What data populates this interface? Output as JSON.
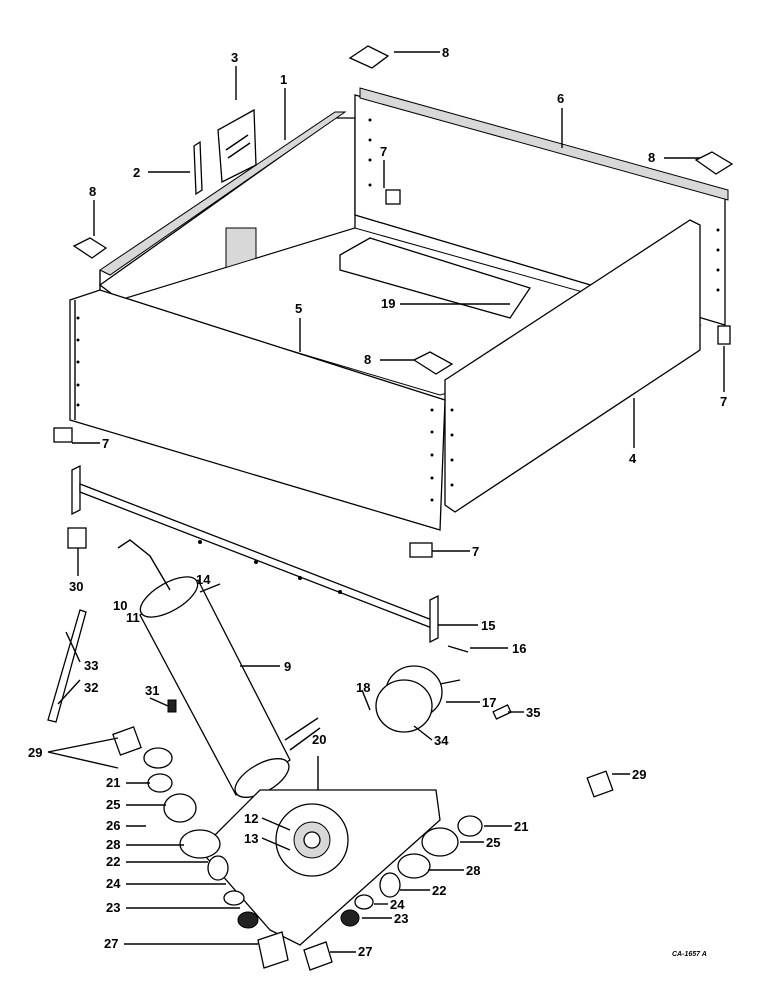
{
  "diagram": {
    "figure_code": "CA-1657 A",
    "callouts": [
      {
        "id": "c1",
        "text": "1"
      },
      {
        "id": "c2",
        "text": "2"
      },
      {
        "id": "c3",
        "text": "3"
      },
      {
        "id": "c4",
        "text": "4"
      },
      {
        "id": "c5",
        "text": "5"
      },
      {
        "id": "c6",
        "text": "6"
      },
      {
        "id": "c7a",
        "text": "7"
      },
      {
        "id": "c7b",
        "text": "7"
      },
      {
        "id": "c7c",
        "text": "7"
      },
      {
        "id": "c7d",
        "text": "7"
      },
      {
        "id": "c8a",
        "text": "8"
      },
      {
        "id": "c8b",
        "text": "8"
      },
      {
        "id": "c8c",
        "text": "8"
      },
      {
        "id": "c8d",
        "text": "8"
      },
      {
        "id": "c9",
        "text": "9"
      },
      {
        "id": "c10",
        "text": "10"
      },
      {
        "id": "c11",
        "text": "11"
      },
      {
        "id": "c12",
        "text": "12"
      },
      {
        "id": "c13",
        "text": "13"
      },
      {
        "id": "c14",
        "text": "14"
      },
      {
        "id": "c15",
        "text": "15"
      },
      {
        "id": "c16",
        "text": "16"
      },
      {
        "id": "c17",
        "text": "17"
      },
      {
        "id": "c18",
        "text": "18"
      },
      {
        "id": "c19",
        "text": "19"
      },
      {
        "id": "c20",
        "text": "20"
      },
      {
        "id": "c21a",
        "text": "21"
      },
      {
        "id": "c21b",
        "text": "21"
      },
      {
        "id": "c22a",
        "text": "22"
      },
      {
        "id": "c22b",
        "text": "22"
      },
      {
        "id": "c23a",
        "text": "23"
      },
      {
        "id": "c23b",
        "text": "23"
      },
      {
        "id": "c24a",
        "text": "24"
      },
      {
        "id": "c24b",
        "text": "24"
      },
      {
        "id": "c25a",
        "text": "25"
      },
      {
        "id": "c25b",
        "text": "25"
      },
      {
        "id": "c26",
        "text": "26"
      },
      {
        "id": "c27a",
        "text": "27"
      },
      {
        "id": "c27b",
        "text": "27"
      },
      {
        "id": "c28a",
        "text": "28"
      },
      {
        "id": "c28b",
        "text": "28"
      },
      {
        "id": "c29a",
        "text": "29"
      },
      {
        "id": "c29b",
        "text": "29"
      },
      {
        "id": "c30",
        "text": "30"
      },
      {
        "id": "c31",
        "text": "31"
      },
      {
        "id": "c32",
        "text": "32"
      },
      {
        "id": "c33",
        "text": "33"
      },
      {
        "id": "c34",
        "text": "34"
      },
      {
        "id": "c35",
        "text": "35"
      }
    ]
  }
}
